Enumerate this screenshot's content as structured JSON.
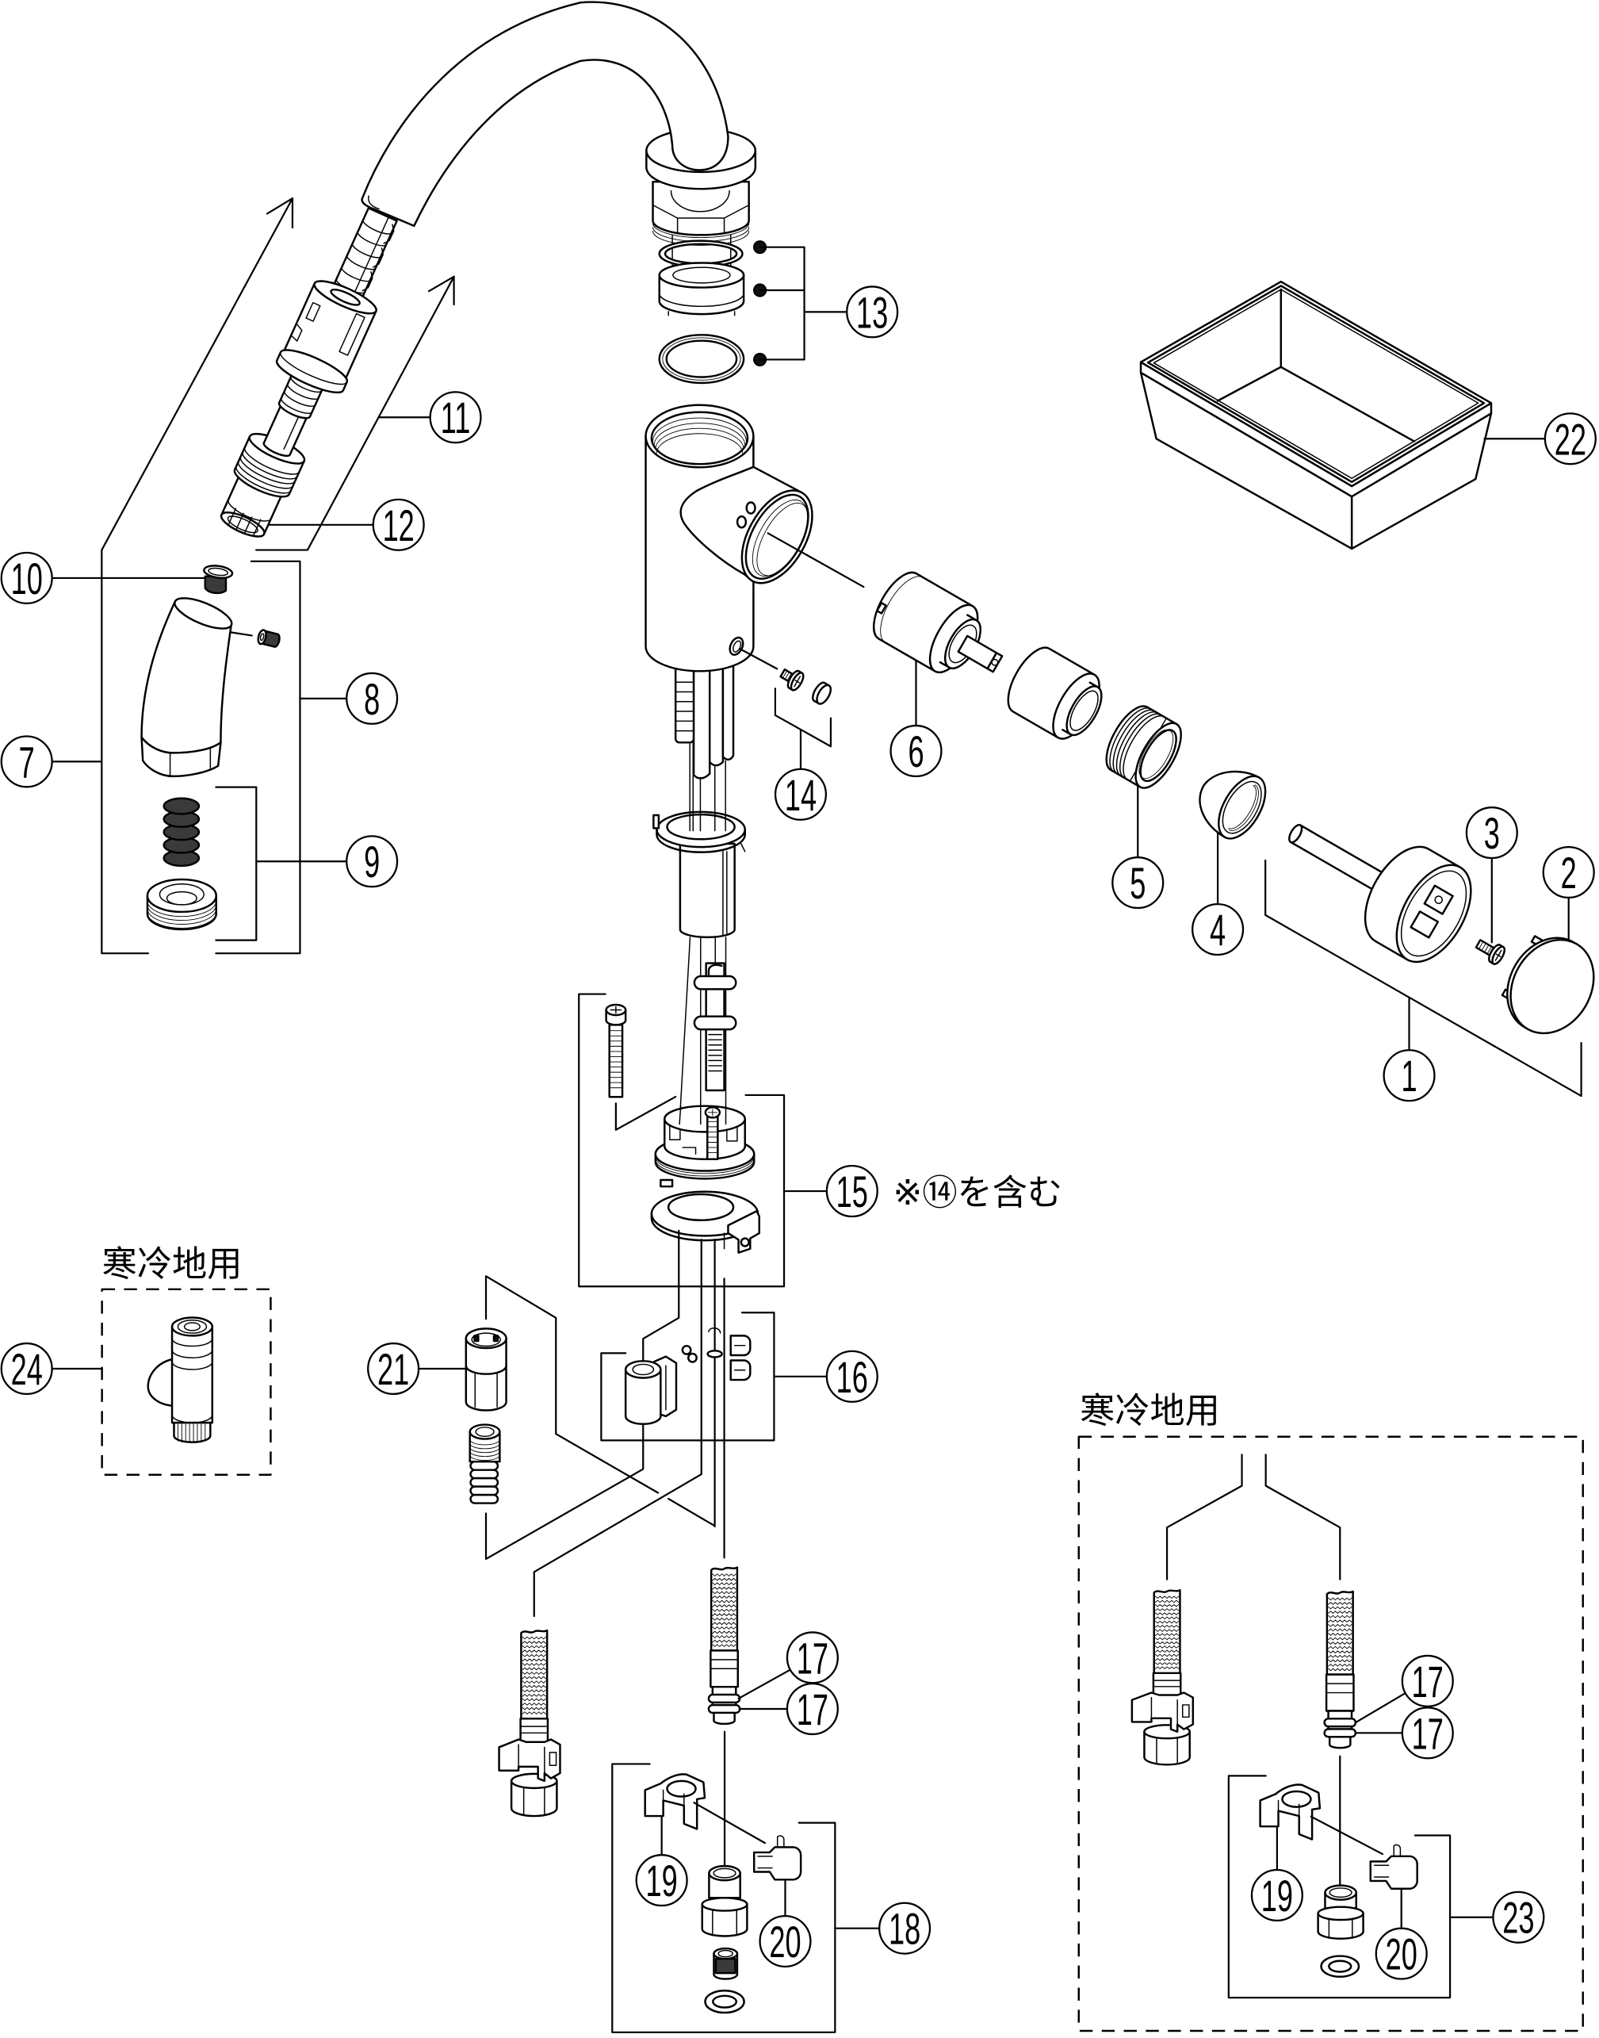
{
  "main_assembly": {
    "callouts": {
      "c1": "1",
      "c2": "2",
      "c3": "3",
      "c4": "4",
      "c5": "5",
      "c6": "6",
      "c7": "7",
      "c8": "8",
      "c9": "9",
      "c10": "10",
      "c11": "11",
      "c12": "12",
      "c13": "13",
      "c14": "14",
      "c15": "15",
      "c16": "16",
      "c21": "21",
      "c22": "22"
    },
    "c15_note": "※⑭を含む"
  },
  "standard_supply": {
    "callouts": {
      "c17_upper": "17",
      "c17_lower": "17",
      "c18": "18",
      "c19": "19",
      "c20": "20"
    }
  },
  "cold_region_valve": {
    "heading": "寒冷地用",
    "callouts": {
      "c24": "24"
    }
  },
  "cold_region_supply": {
    "heading": "寒冷地用",
    "callouts": {
      "c17_upper": "17",
      "c17_lower": "17",
      "c19": "19",
      "c20": "20",
      "c23": "23"
    }
  }
}
